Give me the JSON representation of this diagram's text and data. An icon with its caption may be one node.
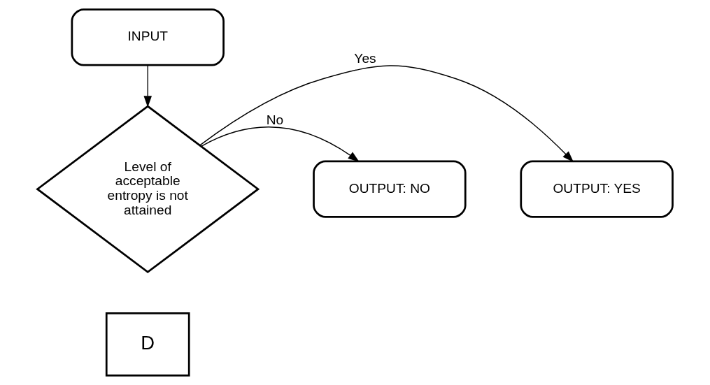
{
  "diagram": {
    "nodes": [
      {
        "text": [
          "INPUT"
        ]
      },
      {
        "text": [
          "OUTPUT: YES"
        ]
      },
      {
        "text": [
          "Level of acceptable entropy is not attained"
        ]
      },
      {
        "text": [
          "OUTPUT: NO"
        ]
      },
      {
        "text": [
          "D"
        ]
      }
    ],
    "edges": [
      {
        "from": 0,
        "to": 2,
        "arrow": "to"
      },
      {
        "from": 2,
        "to": 1,
        "arrow": "to",
        "label": "Yes"
      },
      {
        "from": 2,
        "to": 3,
        "arrow": "to",
        "label": "No"
      }
    ]
  }
}
